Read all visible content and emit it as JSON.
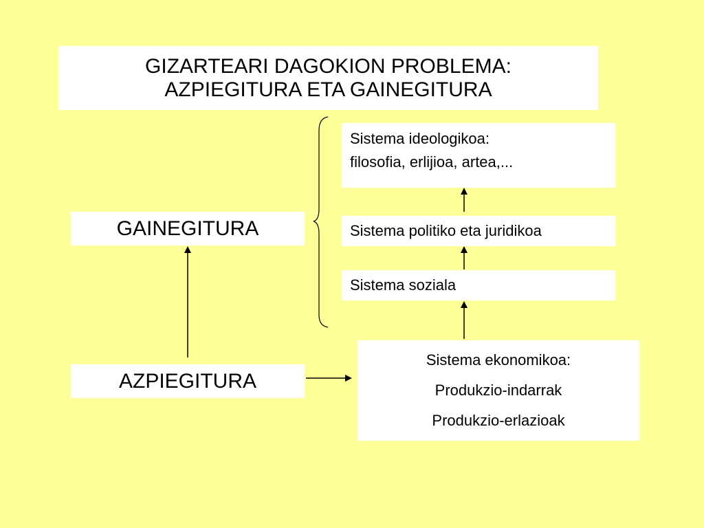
{
  "title": {
    "line1": "GIZARTEARI DAGOKION PROBLEMA:",
    "line2": "AZPIEGITURA ETA GAINEGITURA"
  },
  "left": {
    "gainegitura": "GAINEGITURA",
    "azpiegitura": "AZPIEGITURA"
  },
  "right": {
    "ideologikoa": {
      "line1": "Sistema ideologikoa:",
      "line2": "filosofia, erlijioa, artea,..."
    },
    "politikoa": "Sistema politiko eta juridikoa",
    "soziala": "Sistema soziala",
    "ekonomikoa": {
      "line1": "Sistema ekonomikoa:",
      "line2": "Produkzio-indarrak",
      "line3": "Produkzio-erlazioak"
    }
  },
  "colors": {
    "background": "#FFFF99",
    "box": "#FFFFFF",
    "line": "#000000"
  }
}
